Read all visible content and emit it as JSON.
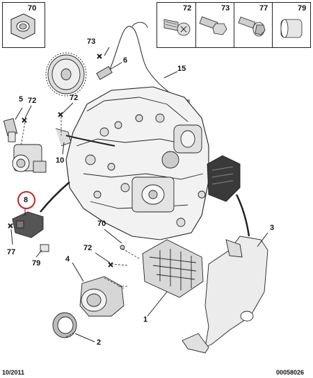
{
  "parts_box_left": {
    "label": "70"
  },
  "parts_box_right": [
    {
      "label": "72",
      "icon": "screw-icon"
    },
    {
      "label": "73",
      "icon": "bolt-icon"
    },
    {
      "label": "77",
      "icon": "flange-screw-icon"
    },
    {
      "label": "79",
      "icon": "sleeve-icon"
    }
  ],
  "callouts": {
    "c73": "73",
    "c6": "6",
    "c15": "15",
    "c5": "5",
    "c72a": "72",
    "c72b": "72",
    "c10": "10",
    "c8": "8",
    "c77": "77",
    "c79": "79",
    "c70": "70",
    "c72c": "72",
    "c4": "4",
    "c3": "3",
    "c1": "1",
    "c2": "2"
  },
  "highlight_color": "#cc2222",
  "footer": {
    "date": "10/2011",
    "code": "00058026"
  }
}
